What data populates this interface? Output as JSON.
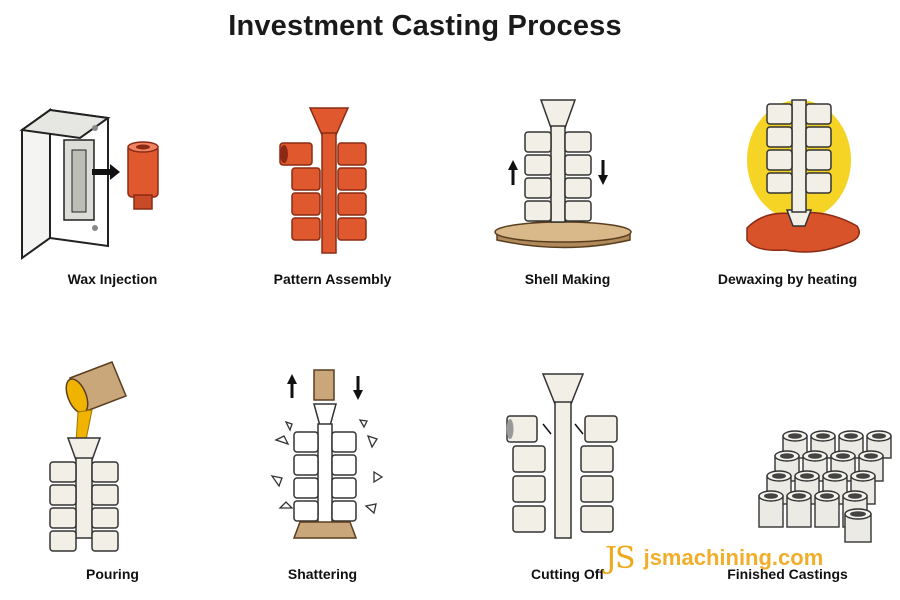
{
  "title": "Investment Casting Process",
  "colors": {
    "wax": "#e0582e",
    "wax_dark": "#8a2a14",
    "ceramic": "#f1efe6",
    "shell_dark": "#333333",
    "metal": "#f0b400",
    "heat": "#f6d21a",
    "watermark": "#f0a818"
  },
  "steps": [
    {
      "label": "Wax Injection",
      "icon": "wax-injection-icon"
    },
    {
      "label": "Pattern Assembly",
      "icon": "pattern-assembly-icon"
    },
    {
      "label": "Shell Making",
      "icon": "shell-making-icon"
    },
    {
      "label": "Dewaxing by heating",
      "icon": "dewaxing-icon"
    },
    {
      "label": "Pouring",
      "icon": "pouring-icon"
    },
    {
      "label": "Shattering",
      "icon": "shattering-icon"
    },
    {
      "label": "Cutting Off",
      "icon": "cutting-off-icon"
    },
    {
      "label": "Finished Castings",
      "icon": "finished-castings-icon"
    }
  ],
  "watermark": {
    "logo": "JS",
    "text": "jsmachining.com"
  }
}
